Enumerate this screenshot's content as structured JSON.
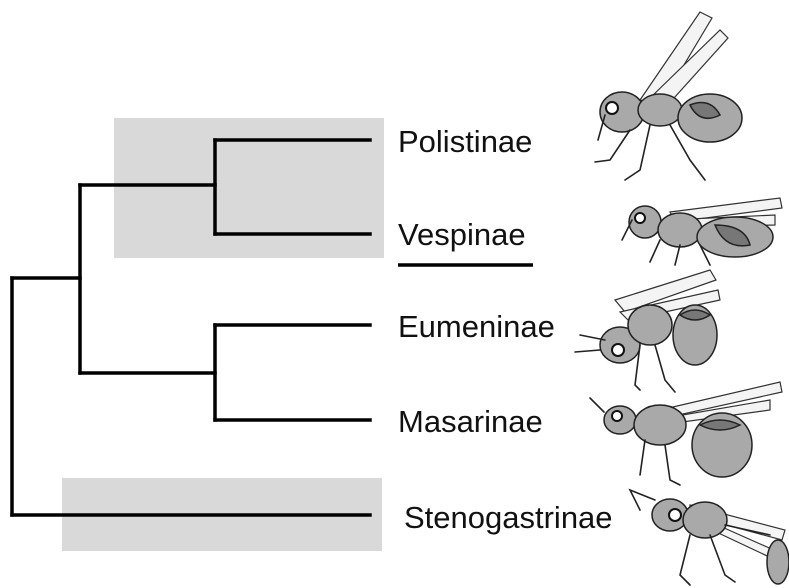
{
  "tree": {
    "taxa": [
      {
        "id": "polistinae",
        "label": "Polistinae",
        "underlined": false
      },
      {
        "id": "vespinae",
        "label": "Vespinae",
        "underlined": true
      },
      {
        "id": "eumeninae",
        "label": "Eumeninae",
        "underlined": false
      },
      {
        "id": "masarinae",
        "label": "Masarinae",
        "underlined": false
      },
      {
        "id": "stenogastrinae",
        "label": "Stenogastrinae",
        "underlined": false
      }
    ],
    "highlighted_clades": [
      "Polistinae + Vespinae",
      "Stenogastrinae"
    ]
  },
  "illustrations": [
    {
      "icon": "wasp-polistinae-icon"
    },
    {
      "icon": "wasp-vespinae-icon"
    },
    {
      "icon": "wasp-eumeninae-icon"
    },
    {
      "icon": "wasp-masarinae-icon"
    },
    {
      "icon": "wasp-stenogastrinae-icon"
    }
  ],
  "colors": {
    "branch": "#000000",
    "highlight": "#d9d9d9",
    "wasp_body": "#a9a9a9"
  }
}
